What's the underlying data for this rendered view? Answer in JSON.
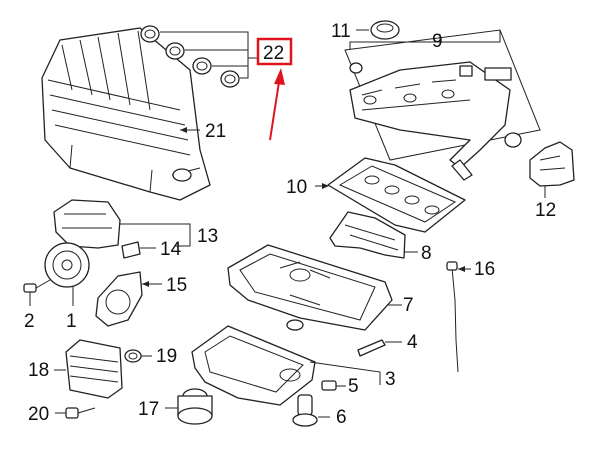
{
  "diagram": {
    "callouts": [
      {
        "id": "c1",
        "text": "1"
      },
      {
        "id": "c2",
        "text": "2"
      },
      {
        "id": "c3",
        "text": "3"
      },
      {
        "id": "c4",
        "text": "4"
      },
      {
        "id": "c5",
        "text": "5"
      },
      {
        "id": "c6",
        "text": "6"
      },
      {
        "id": "c7",
        "text": "7"
      },
      {
        "id": "c8",
        "text": "8"
      },
      {
        "id": "c9",
        "text": "9"
      },
      {
        "id": "c10",
        "text": "10"
      },
      {
        "id": "c11",
        "text": "11"
      },
      {
        "id": "c12",
        "text": "12"
      },
      {
        "id": "c13",
        "text": "13"
      },
      {
        "id": "c14",
        "text": "14"
      },
      {
        "id": "c15",
        "text": "15"
      },
      {
        "id": "c16",
        "text": "16"
      },
      {
        "id": "c17",
        "text": "17"
      },
      {
        "id": "c18",
        "text": "18"
      },
      {
        "id": "c19",
        "text": "19"
      },
      {
        "id": "c20",
        "text": "20"
      },
      {
        "id": "c21",
        "text": "21"
      },
      {
        "id": "c22",
        "text": "22"
      }
    ],
    "highlight": {
      "callout": "22",
      "color": "#e0141e"
    },
    "line_color": "#222222"
  }
}
